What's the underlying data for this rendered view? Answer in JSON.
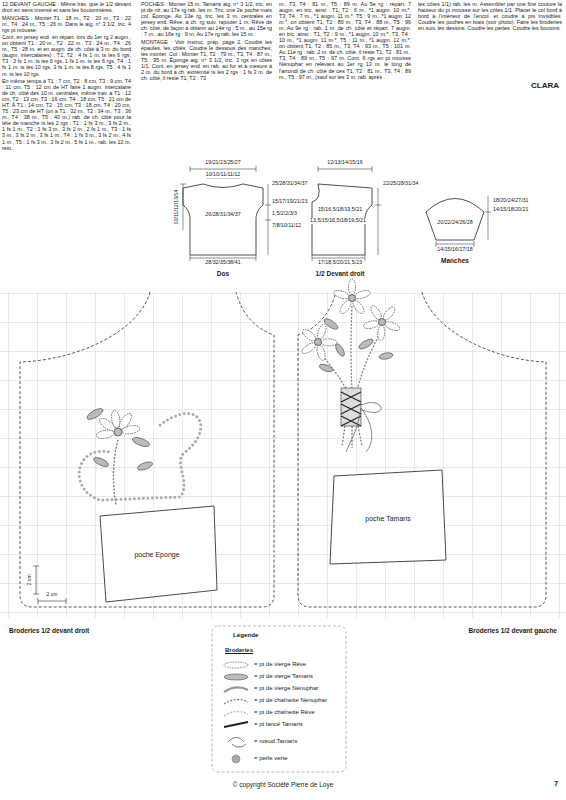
{
  "diagram": {
    "nodes": [
      {
        "text": [
          "poche Eponge"
        ]
      },
      {
        "text": [
          "poche Tamaris"
        ]
      }
    ],
    "labels": [
      "12 DEVANT GAUCHE : Même trav. que le 1/2 devant droit en sens inversé et sans les boutonnières.",
      "MANCHES : Monter T1 : 18 m., T2 : 20 m., T3 : 22 m., T4 : 24 m., T5 : 26 m. Dans le aig. n° 3 1/2, tric. 4 rgs pt mousse.",
      "Cont. en jersey end. en répart. lors du 1er rg 2 augm., on obtient T1 : 20 m., T2 : 22 m., T3 : 24 m., T4 : 26 m., T5 : 28 m. et en augm. de ch. côté à 3 m. du bord (augm. intercalaires) : T1, T2 : 4 fs 1 m. ts les 6 rgs, T3 : 3 fs 1 m. ts les 6 rgs, 1 fs 1 m. ts les 6 rgs, T4 : 1 fs 1 m. ts les 10 rgs, 3 fs 1 m. ts les 8 rgs, T5 : 4 fs 1 m. ts les 10 rgs.",
      "En même temps à T1 : 7 cm, T2 : 8 cm, T3 : 9 cm, T4 : 11 cm, T5 : 12 cm de HT faire 1 augm. intercalaire de ch. côté des 10 m. centrales, même trav. à T1 : 12 cm, T2 : 13 cm, T3 : 16 cm, T4 : 18 cm, T5 : 21 cm de HT. À T1 : 14 cm, T2 : 15 cm, T3 : 18 cm, T4 : 20 cm, T5 : 23 cm de HT (on a T1 : 32 m., T2 : 34 m., T3 : 36 m., T4 : 38 m., T5 : 40 m.) rab. de ch. côté pour la tête de manche ts les 2 rgs : T1 : 1 fs 3 m., 3 fs 2 m., 1 fs 1 m., T2 : 1 fs 3 m., 3 fs 2 m., 2 fs 1 m., T3 : 1 fs 3 m., 3 fs 2 m., 3 fs 1 m., T4 : 1 fs 3 m., 3 fs 2 m., 4 fs 1 m., T5 : 1 fs 3 m., 3 fs 2 m., 5 fs 1 m., rab. les 12 m. rest.",
      "POCHES : Monter 15 m. Tamaris aig. n° 3 1/2, tric. en pt de riz, au 17e rg rab. les m. Tric. une 2e poche mais col. Éponge. Au 13e rg, tric. les 3 m. centrales en jersey end. Rêve, à ch. rg suiv. rajouter 1 m. Rêve de ch. côté, de façon à obtenir au 14e rg : 5 m., au 15e rg : 7 m., au 16e rg : 9 m. Au 17e rg rab. les 15 m.",
      "MONTAGE : Voir instruc. prép. page 2. Coudre les épaules, les côtés. Coudre le dessous des manches, les monter. Col : Monter T1, T2 : 79 m., T3, T4 : 87 m., T5 : 95 m. Éponge aig. n° 3 1/2, tric. 3 rgs en côtes 1/1. Cont. en jersey end. en rab. au fur et à mesure à 2 m. du bord à ch. extrémité ts les 2 rgs : 1 fs 3 m. de ch. côté, il reste T1, T2 : 73",
      "m., T3, T4 : 81 m., T5 : 89 m. Au 5e rg : répart. 7 augm. en tric. ainsi : T1, T2 : 6 m., *1 augm. 10 m.*, T3, T4 : 7 m., *1 augm. 11 m.*, T5 : 9 m., *1 augm. 12 m.*, on obtient T1, T2 : 80 m., T3, T4 : 88 m., T5 : 96 m. Au 9e rg : rab. 1 m. de ch. côté et répart. 7 augm. en tric. ainsi : T1, T2 : 9 m., *1 augm. 10 m.*, T3, T4 : 10 m., *1 augm. 11 m.*, T5 : 11 m., *1 augm. 12 m.*, on obtient T1, T2 : 85 m., T3, T4 : 93 m., T5 : 101 m. Au 11e rg : rab. 2 m. de ch. côté, il reste T1, T2 : 81 m., T3, T4 : 89 m., T5 : 97 m. Cont. 6 rgs en pt mousse Nénuphar en relevant au 1er rg 13 m. le long de l'arrondi de ch. côté de ces T1, T2 : 81 m., T3, T4 : 89 m., T5 : 97 m., (sauf sur les 3 m. rab. après",
      "les côtes 1/1) rab. les m. Assembler par une fine couture la hauteur du pt mousse sur les côtes 1/1. Placer le col bord à bord à l'intérieur de l'encol. et coudre à pts invisibles. Coudre les poches en biais (voir photo). Faire les broderies en suiv. les dessins. Coudre les perles. Coudre les boutons.",
      "CLARA",
      "19/21/23/25/27",
      "10/10/11/11/12",
      "10/11/12/13/14",
      "25/28/31/34/37",
      "26/28/31/34/37",
      "15/17/19/21/23",
      "1,5/2/2/3/3",
      "7/8/10/11/12",
      "28/32/35/38/41",
      "Dos",
      "12/13/14/15/16",
      "22/25/28/31/34",
      "15/16,5/18/19,5/21",
      "13,5/15/16,5/18/19,5/21",
      "17/18,5/20/21,5/23",
      "1/2 Devant droit",
      "18/20/24/27/31",
      "14/15/18/20/21",
      "20/22/24/26/28",
      "14/15/16/17/18",
      "Manches",
      "2 cm",
      "2 cm",
      "Broderies 1/2 devant droit",
      "Broderies 1/2 devant gauche",
      "Légende",
      "Broderies",
      "© copyright Société Pierre de Loye",
      "7"
    ],
    "legend": [
      {
        "text": "= pt de vierge Rêve"
      },
      {
        "text": "= pt de vierge Tamaris"
      },
      {
        "text": "= pt de vierge Nénuphar"
      },
      {
        "text": "= pt de chaînette Nénuphar"
      },
      {
        "text": "= pt de chaînette Rêve"
      },
      {
        "text": "= pt lancé Tamaris"
      },
      {
        "text": "= nœud Tamaris"
      },
      {
        "text": "= perle verte"
      }
    ]
  }
}
